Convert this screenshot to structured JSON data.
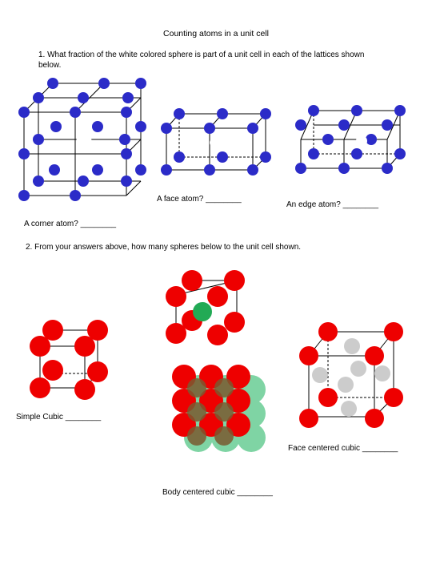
{
  "worksheet": {
    "title": "Counting atoms in a unit cell",
    "question1": "1.  What fraction of the white colored sphere is part of  a unit cell in each of the lattices shown below.",
    "face_atom_label": "A face atom? ________",
    "edge_atom_label": "An  edge atom? ________",
    "corner_atom_label": "A corner atom? ________",
    "question2": "2.  From your answers above, how many spheres below to the unit cell shown.",
    "simple_cubic_label": "Simple Cubic  ________",
    "face_centered_label": "Face  centered cubic  ________",
    "body_centered_label": "Body centered cubic  ________"
  },
  "colors": {
    "lattice_atom": "#2b2bc8",
    "sphere_red": "#ee0000",
    "sphere_green": "#22aa55",
    "sphere_gray": "#cccccc",
    "packing_green": "#7fd4a4",
    "packing_brown": "#7a5a30"
  }
}
